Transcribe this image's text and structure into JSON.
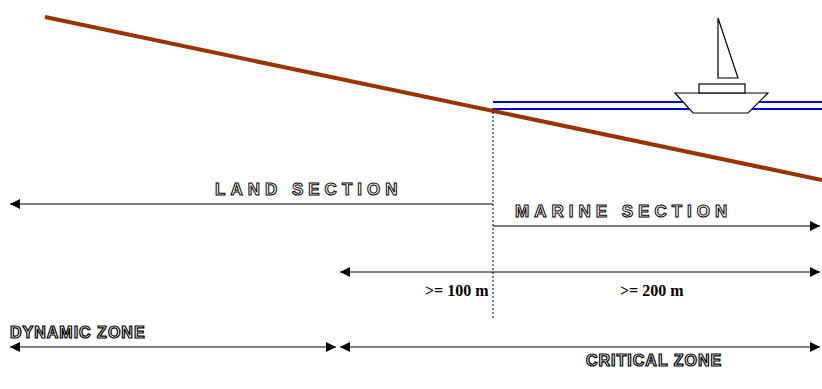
{
  "diagram": {
    "labels": [
      "LAND SECTION",
      "MARINE SECTION",
      ">= 100 m",
      ">= 200 m",
      "DYNAMIC ZONE",
      "CRITICAL ZONE"
    ]
  }
}
